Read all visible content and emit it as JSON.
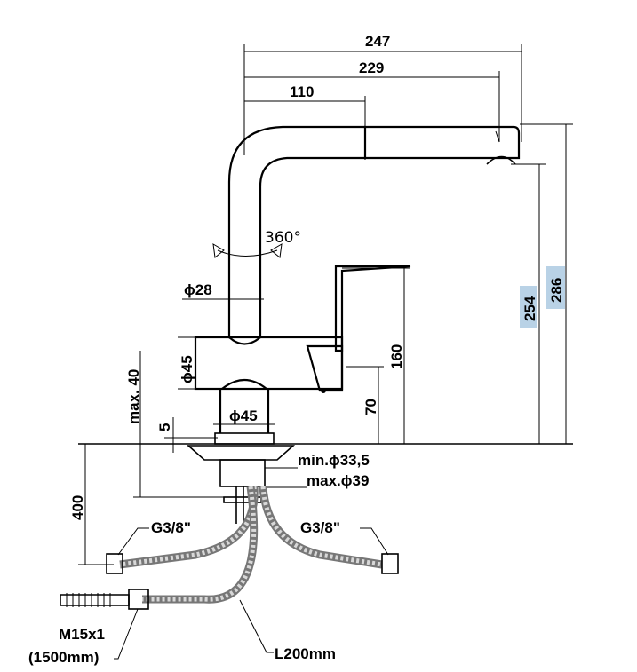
{
  "dimensions": {
    "d247": "247",
    "d229": "229",
    "d110": "110",
    "rotation": "360°",
    "d28": "ϕ28",
    "d45_body": "ϕ45",
    "d45_base": "ϕ45",
    "d254": "254",
    "d286": "286",
    "d160": "160",
    "d70": "70",
    "max40": "max. 40",
    "d5": "5",
    "min335": "min.ϕ33,5",
    "max39": "max.ϕ39",
    "d400": "400"
  },
  "labels": {
    "g38_left": "G3/8\"",
    "g38_right": "G3/8\"",
    "m15": "M15x1",
    "m15_len": "(1500mm)",
    "l200": "L200mm"
  },
  "highlight_color": "#b9d2e6"
}
